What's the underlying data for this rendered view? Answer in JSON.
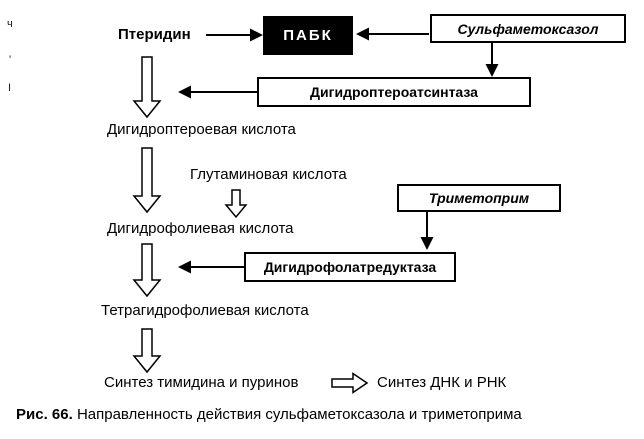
{
  "diagram": {
    "nodes": {
      "pteridine": "Птеридин",
      "paba": "ПАБК",
      "sulfamethoxazole": "Сульфаметоксазол",
      "dihydropteroate_synthase": "Дигидроптероатсинтаза",
      "dihydropteroic_acid": "Дигидроптероевая кислота",
      "glutamic_acid": "Глутаминовая кислота",
      "trimethoprim": "Триметоприм",
      "dihydrofolic_acid": "Дигидрофолиевая кислота",
      "dihydrofolate_reductase": "Дигидрофолатредуктаза",
      "thymidine_purine_synthesis": "Синтез тимидина и пуринов",
      "tetrahydrofolic_acid": "Тетрагидрофолиевая кислота",
      "dna_rna_synthesis": "Синтез ДНК и РНК"
    },
    "caption": {
      "figure_label": "Рис. 66.",
      "text": "Направленность действия сульфаметоксазола и триметоприма"
    },
    "artifacts": {
      "a1": "ч",
      "a2": "'",
      "a3": "I"
    },
    "colors": {
      "ink": "#000000",
      "background": "#ffffff",
      "paba_box_bg": "#000000",
      "paba_box_text": "#ffffff"
    }
  }
}
